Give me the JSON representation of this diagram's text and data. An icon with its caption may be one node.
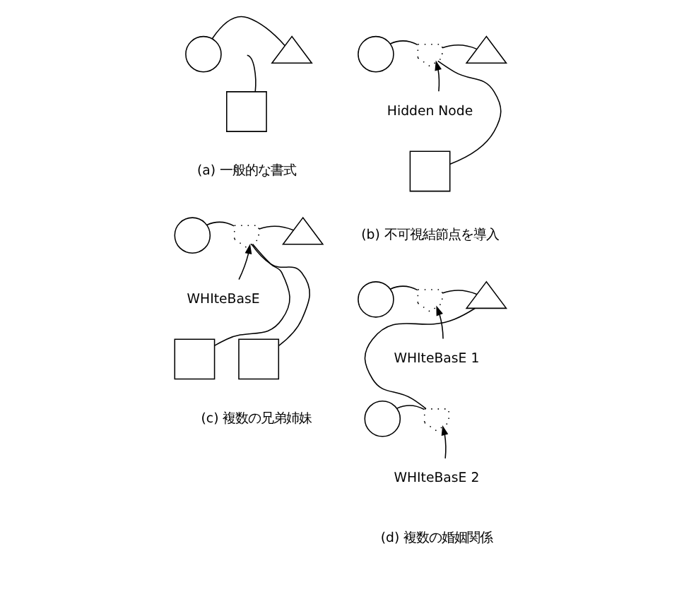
{
  "diagram": {
    "nodes": [
      {
        "text": [],
        "shape": "circle"
      },
      {
        "text": [],
        "shape": "triangle"
      },
      {
        "text": [],
        "shape": "box"
      },
      {
        "text": [],
        "shape": "circle"
      },
      {
        "text": [],
        "shape": "pentagon"
      },
      {
        "text": [],
        "shape": "triangle"
      },
      {
        "text": [
          "Hidden Node"
        ]
      },
      {
        "text": [],
        "shape": "box"
      },
      {
        "text": [],
        "shape": "circle"
      },
      {
        "text": [],
        "shape": "pentagon"
      },
      {
        "text": [],
        "shape": "triangle"
      },
      {
        "text": [
          "WHIteBasE"
        ]
      },
      {
        "text": [],
        "shape": "box"
      },
      {
        "text": [],
        "shape": "box"
      },
      {
        "text": [],
        "shape": "circle"
      },
      {
        "text": [],
        "shape": "pentagon"
      },
      {
        "text": [],
        "shape": "triangle"
      },
      {
        "text": [
          "WHIteBasE 1"
        ]
      },
      {
        "text": [],
        "shape": "circle"
      },
      {
        "text": [],
        "shape": "pentagon"
      },
      {
        "text": [
          "WHIteBasE 2"
        ]
      }
    ],
    "edges": [
      {
        "from": 0,
        "to": 1,
        "arrow": "none"
      },
      {
        "from": null,
        "to": 2,
        "arrow": "none"
      },
      {
        "from": 3,
        "to": 4,
        "arrow": "none"
      },
      {
        "from": 4,
        "to": 5,
        "arrow": "none"
      },
      {
        "from": 6,
        "to": 4,
        "arrow": "to"
      },
      {
        "from": 4,
        "to": 7,
        "arrow": "none"
      },
      {
        "from": 8,
        "to": 9,
        "arrow": "none"
      },
      {
        "from": 9,
        "to": 10,
        "arrow": "none"
      },
      {
        "from": 11,
        "to": 9,
        "arrow": "to"
      },
      {
        "from": 9,
        "to": 12,
        "arrow": "none"
      },
      {
        "from": 9,
        "to": 13,
        "arrow": "none"
      },
      {
        "from": 14,
        "to": 15,
        "arrow": "none"
      },
      {
        "from": 15,
        "to": 16,
        "arrow": "none"
      },
      {
        "from": 17,
        "to": 15,
        "arrow": "to"
      },
      {
        "from": 18,
        "to": 19,
        "arrow": "none"
      },
      {
        "from": 19,
        "to": 16,
        "arrow": "none"
      },
      {
        "from": 20,
        "to": 19,
        "arrow": "to"
      }
    ],
    "labels": [
      "(a) 一般的な書式",
      "(b) 不可視結節点を導入",
      "(c) 複数の兄弟姉妹",
      "(d) 複数の婚姻関係"
    ]
  }
}
